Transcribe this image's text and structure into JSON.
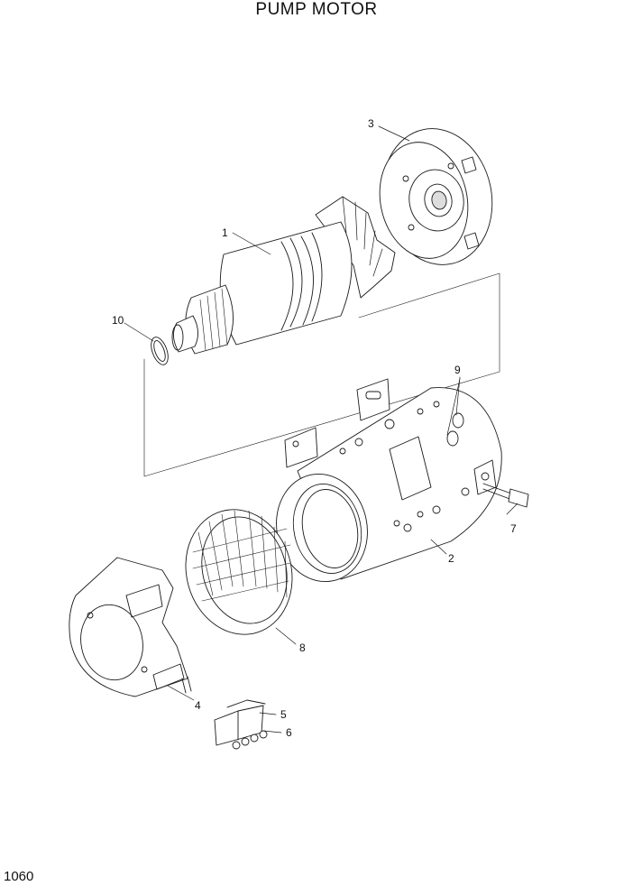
{
  "title": "PUMP MOTOR",
  "page_number": "1060",
  "callouts": [
    "1",
    "2",
    "3",
    "4",
    "5",
    "6",
    "7",
    "8",
    "9",
    "10"
  ]
}
